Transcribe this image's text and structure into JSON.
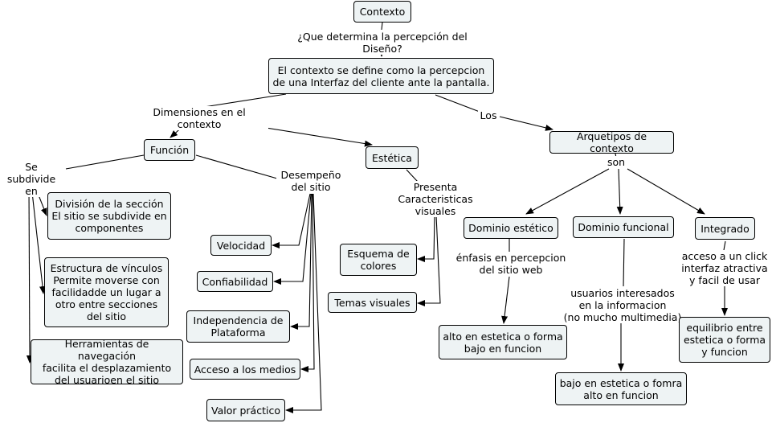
{
  "nodes": {
    "contexto": "Contexto",
    "definicion": "El contexto se define como la percepcion\nde una Interfaz del cliente ante la pantalla.",
    "funcion": "Función",
    "estetica": "Estética",
    "arquetipos": "Arquetipos de contexto",
    "division": "División de la sección\nEl sitio se subdivide en\ncomponentes",
    "estructura": "Estructura de vínculos\nPermite moverse con\nfacilidadde un lugar a\notro entre secciones\ndel sitio",
    "herramientas": "Herramientas de navegación\nfacilita el desplazamiento\ndel usuarioen el sitio",
    "velocidad": "Velocidad",
    "confiabilidad": "Confiabilidad",
    "independencia": "Independencia de\nPlataforma",
    "acceso_medios": "Acceso a los medios",
    "valor_practico": "Valor práctico",
    "esquema": "Esquema de\ncolores",
    "temas": "Temas visuales",
    "dominio_estetico": "Dominio estético",
    "dominio_funcional": "Dominio funcional",
    "integrado": "Integrado",
    "alto_estetica": "alto en estetica o forma\nbajo en funcion",
    "bajo_estetica": "bajo en estetica o fomra\nalto en funcion",
    "equilibrio": "equilibrio entre\nestetica o forma\ny funcion"
  },
  "labels": {
    "que_determina": "¿Que determina la percepción del Diseño?",
    "dimensiones": "Dimensiones en el contexto",
    "los": "Los",
    "se_subdivide": "Se\nsubdivide en",
    "desempeno": "Desempeño\ndel sitio",
    "presenta": "Presenta\nCaracteristicas\nvisuales",
    "son": "son",
    "enfasis": "énfasis en percepcion\ndel sitio web",
    "usuarios": "usuarios interesados\nen la informacion\n(no mucho multimedia)",
    "acceso_click": "acceso a un click\ninterfaz atractiva\ny facil de usar"
  }
}
